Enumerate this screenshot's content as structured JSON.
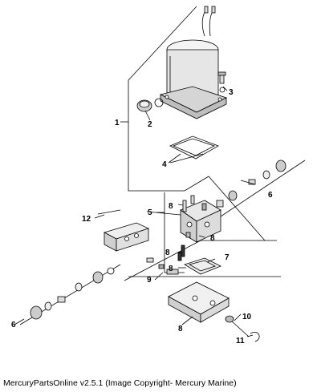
{
  "callouts": {
    "c1": "1",
    "c2": "2",
    "c3": "3",
    "c4": "4",
    "c5": "5",
    "c6a": "6",
    "c6b": "6",
    "c7": "7",
    "c8a": "8",
    "c8b": "8",
    "c8c": "8",
    "c8d": "8",
    "c9": "9",
    "c10": "10",
    "c11": "11",
    "c12": "12"
  },
  "caption": "MercuryPartsOnline v2.5.1 (Image Copyright- Mercury Marine)"
}
